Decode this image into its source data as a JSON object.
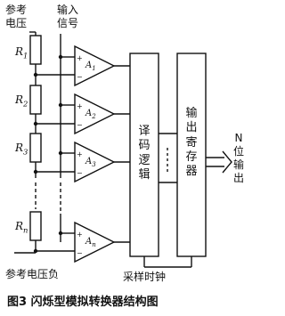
{
  "labels": {
    "ref_voltage_top": "参考\n电压",
    "input_signal": "输入\n信号",
    "ref_voltage_neg": "参考电压负",
    "sample_clock": "采样时钟",
    "n_bit_output": "N\n位\n输\n出",
    "caption": "图3  闪烁型模拟转换器结构图"
  },
  "resistors": [
    "R1",
    "R2",
    "R3",
    "Rn"
  ],
  "comparators": [
    "A1",
    "A2",
    "A3",
    "An"
  ],
  "blocks": {
    "decoder": "译码逻辑",
    "register": "输出寄存器"
  }
}
